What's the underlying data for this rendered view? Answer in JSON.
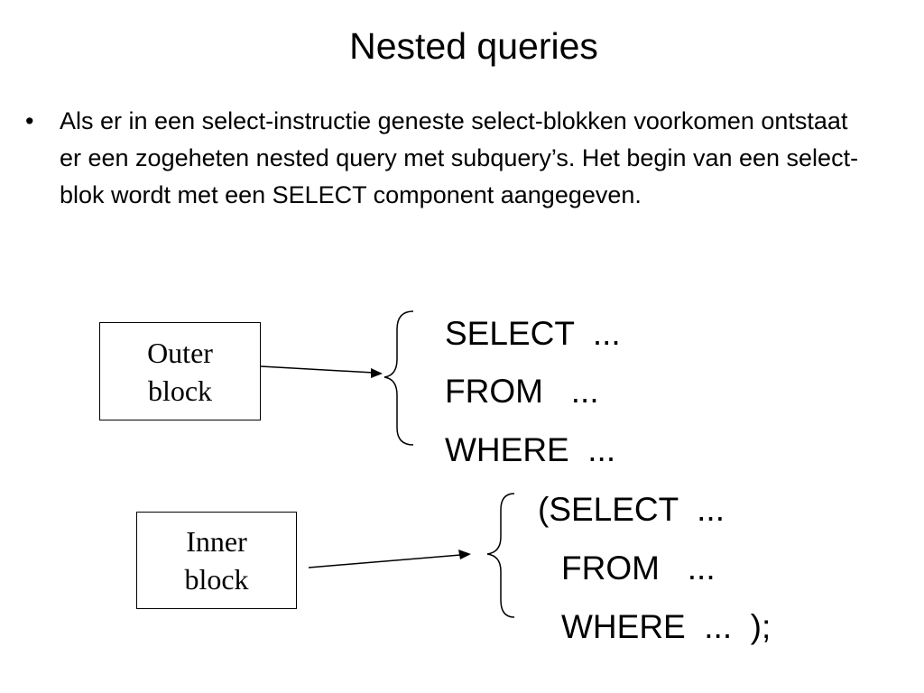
{
  "slide": {
    "title": "Nested queries",
    "bullet_marker": "•",
    "bullet_text": "Als er in een select-instructie geneste select-blokken voorkomen ontstaat er een zogeheten nested query met subquery’s.  Het begin van een select-blok wordt met een SELECT component aangegeven."
  },
  "outer_block": {
    "line1": "Outer",
    "line2": "block"
  },
  "inner_block": {
    "line1": "Inner",
    "line2": "block"
  },
  "outer_query": {
    "select": "SELECT  ...",
    "from": "FROM   ...",
    "where": "WHERE  ..."
  },
  "inner_query": {
    "select": "(SELECT  ...",
    "from": "FROM   ...",
    "where": "WHERE  ...  );"
  }
}
